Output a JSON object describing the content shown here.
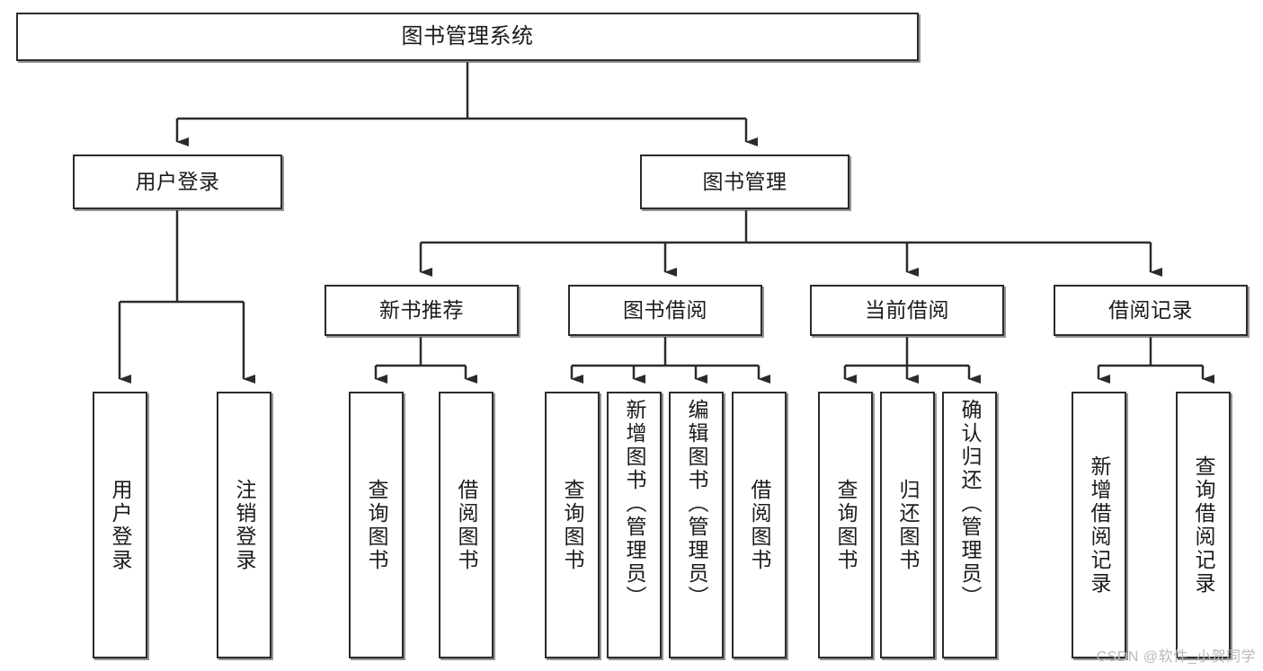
{
  "diagram": {
    "title": "图书管理系统",
    "type": "tree-hierarchy",
    "root": {
      "label": "图书管理系统"
    },
    "level1": [
      {
        "label": "用户登录"
      },
      {
        "label": "图书管理"
      }
    ],
    "level2": [
      {
        "label": "新书推荐"
      },
      {
        "label": "图书借阅"
      },
      {
        "label": "当前借阅"
      },
      {
        "label": "借阅记录"
      }
    ],
    "leaves": {
      "user_login": [
        {
          "label": "用户登录"
        },
        {
          "label": "注销登录"
        }
      ],
      "new_book_recommend": [
        {
          "label": "查询图书"
        },
        {
          "label": "借阅图书"
        }
      ],
      "book_borrow": [
        {
          "label": "查询图书"
        },
        {
          "label": "新增图书（管理员）"
        },
        {
          "label": "编辑图书（管理员）"
        },
        {
          "label": "借阅图书"
        }
      ],
      "current_borrow": [
        {
          "label": "查询图书"
        },
        {
          "label": "归还图书"
        },
        {
          "label": "确认归还（管理员）"
        }
      ],
      "borrow_record": [
        {
          "label": "新增借阅记录"
        },
        {
          "label": "查询借阅记录"
        }
      ]
    }
  },
  "watermark": {
    "text": "CSDN @软件_小贺同学"
  },
  "colors": {
    "stroke": "#2b2b2b",
    "fill": "#ffffff",
    "text": "#1b1b1b",
    "watermark": "#b9b9b9"
  }
}
